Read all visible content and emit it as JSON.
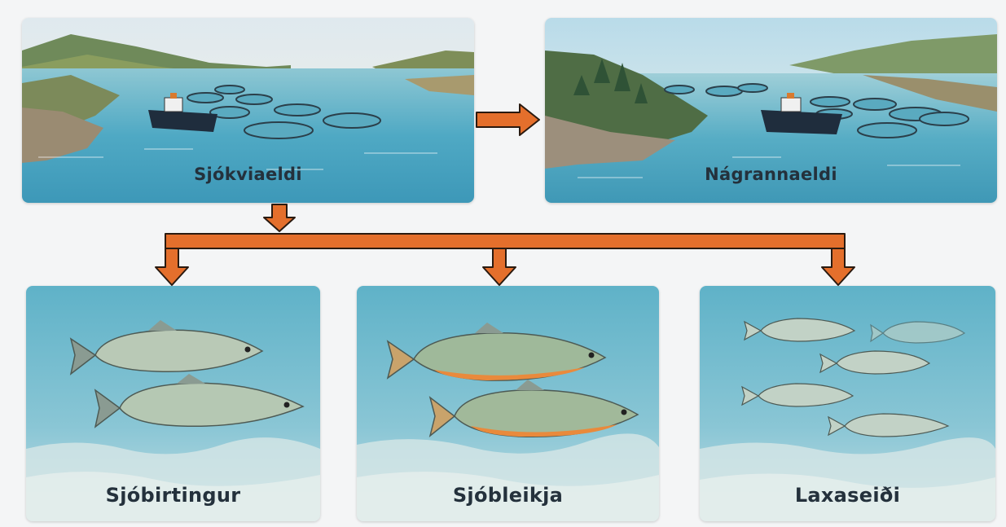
{
  "panels": {
    "seapen": {
      "label": "Sjókviaeldi",
      "icon": "fish-farm-scene"
    },
    "neighbor": {
      "label": "Nágrannaeldi",
      "icon": "fish-farm-scene"
    },
    "seatrout": {
      "label": "Sjóbirtingur",
      "icon": "fish-icon"
    },
    "charr": {
      "label": "Sjóbleikja",
      "icon": "fish-icon"
    },
    "smolt": {
      "label": "Laxaseiði",
      "icon": "fish-icon"
    }
  },
  "colors": {
    "arrow": "#e46f2c",
    "arrow_outline": "#2a1a10",
    "water": "#5fb3cc",
    "underwater": "#8cc7d6",
    "label": "#24313c"
  }
}
